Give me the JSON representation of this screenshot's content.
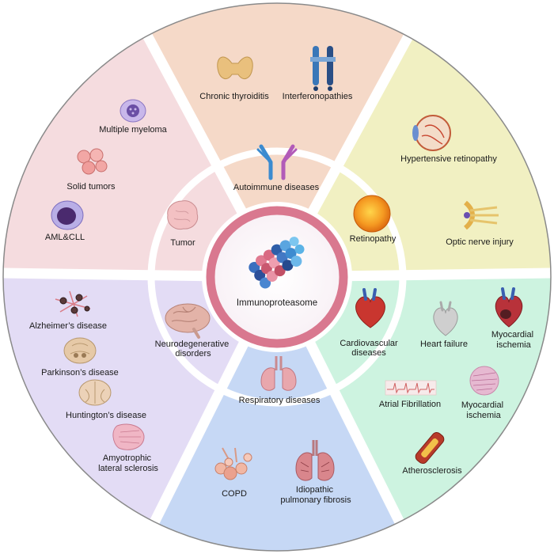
{
  "center": {
    "label": "Immunoproteasome"
  },
  "categories": {
    "autoimmune": {
      "label": "Autoimmune diseases",
      "color": "#f5d9c8"
    },
    "retinopathy": {
      "label": "Retinopathy",
      "color": "#f1f0c2"
    },
    "cardiovascular": {
      "label": "Cardiovascular diseases",
      "color": "#cdf3e0"
    },
    "respiratory": {
      "label": "Respiratory diseases",
      "color": "#c6d8f5"
    },
    "neurodegenerative": {
      "label": "Neurodegenerative disorders",
      "color": "#e3dcf5"
    },
    "tumor": {
      "label": "Tumor",
      "color": "#f5dcdf"
    }
  },
  "diseases": {
    "chronic_thyroiditis": "Chronic thyroiditis",
    "interferonopathies": "Interferonopathies",
    "hypertensive_retinopathy": "Hypertensive retinopathy",
    "optic_nerve_injury": "Optic nerve injury",
    "heart_failure": "Heart failure",
    "myocardial_ischemia_1": "Myocardial ischemia",
    "atrial_fibrillation": "Atrial Fibrillation",
    "myocardial_ischemia_2": "Myocardial ischemia",
    "atherosclerosis": "Atherosclerosis",
    "copd": "COPD",
    "ipf": "Idiopathic pulmonary fibrosis",
    "alzheimers": "Alzheimer’s disease",
    "parkinsons": "Parkinson’s disease",
    "huntingtons": "Huntington’s disease",
    "als": "Amyotrophic lateral sclerosis",
    "multiple_myeloma": "Multiple myeloma",
    "solid_tumors": "Solid tumors",
    "aml_cll": "AML&CLL"
  },
  "colors": {
    "outline": "#8a8a8a",
    "center_ring": "#d9788f",
    "divider": "#ffffff"
  }
}
